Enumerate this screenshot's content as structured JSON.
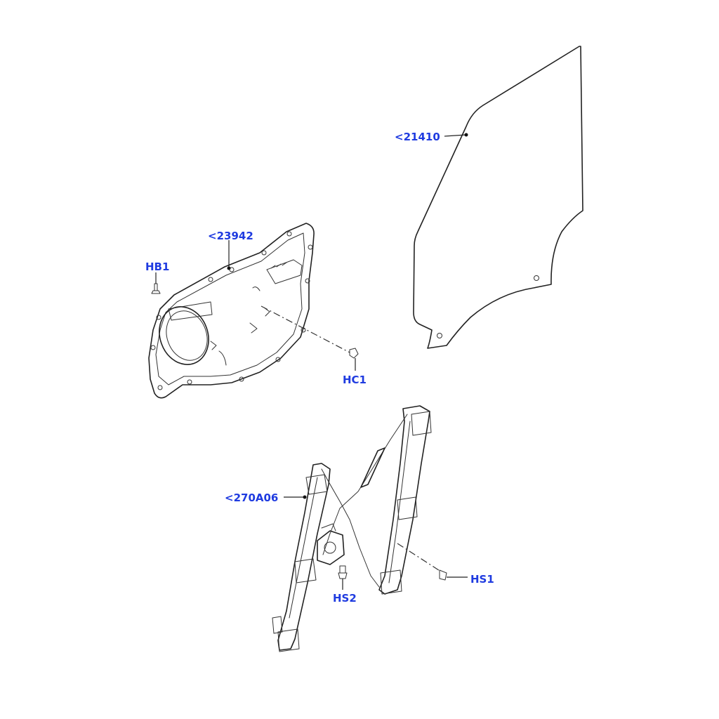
{
  "diagram": {
    "callouts": {
      "glass": "<21410",
      "panel": "<23942",
      "bolt_hb1": "HB1",
      "clip_hc1": "HC1",
      "regulator": "<270A06",
      "screw_hs1": "HS1",
      "screw_hs2": "HS2"
    },
    "colors": {
      "callout_text": "#1f3be0",
      "line_art": "#222222",
      "background": "#ffffff"
    }
  }
}
